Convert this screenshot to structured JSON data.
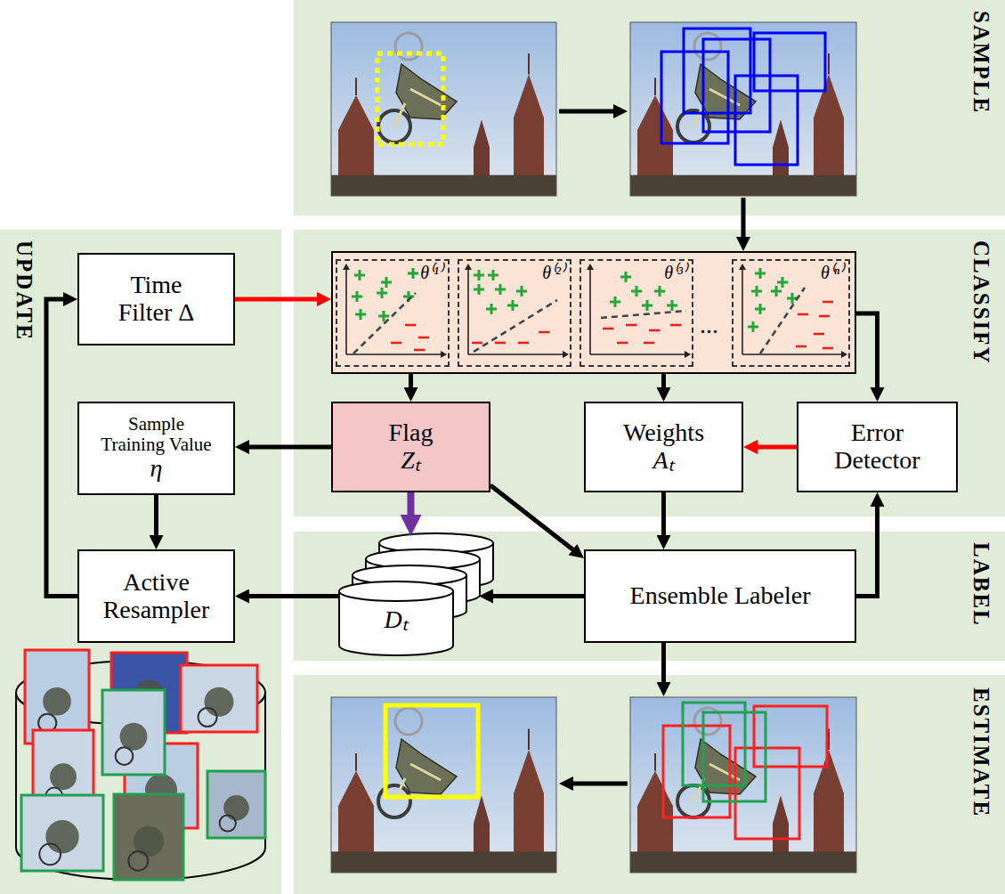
{
  "diagram": {
    "nodes": [
      {
        "text": [
          "SAMPLE"
        ]
      },
      {
        "text": [
          "UPDATE"
        ]
      },
      {
        "text": [
          "Time Filter Δ"
        ],
        "in": 1
      },
      {
        "text": [
          "Sample Training Value",
          "η"
        ],
        "in": 1
      },
      {
        "text": [
          "Active Resampler"
        ],
        "in": 1
      },
      {
        "text": [
          "CLASSIFY"
        ]
      },
      {
        "text": [
          "..."
        ],
        "in": 5
      },
      {
        "text": [
          "θ⁽¹⁾"
        ],
        "in": 6
      },
      {
        "text": [
          "θ⁽²⁾"
        ],
        "in": 6
      },
      {
        "text": [
          "θ⁽³⁾"
        ],
        "in": 6
      },
      {
        "text": [
          "θ⁽ⁿ⁾"
        ],
        "in": 6
      },
      {
        "text": [
          "Flag",
          "Zₜ"
        ],
        "in": 5
      },
      {
        "text": [
          "Weights",
          "Aₜ"
        ],
        "in": 5
      },
      {
        "text": [
          "Error Detector"
        ],
        "in": 5
      },
      {
        "text": [
          "LABEL"
        ]
      },
      {
        "text": [
          "Dₜ"
        ],
        "in": 14
      },
      {
        "text": [
          "Ensemble Labeler"
        ],
        "in": 14
      },
      {
        "text": [
          "ESTIMATE"
        ]
      }
    ],
    "edges": [
      {
        "from": 0,
        "to": 6,
        "arrow": "to"
      },
      {
        "from": 2,
        "to": 6,
        "arrow": "to"
      },
      {
        "from": 6,
        "to": 11,
        "arrow": "to"
      },
      {
        "from": 6,
        "to": 12,
        "arrow": "to"
      },
      {
        "from": 6,
        "to": 13,
        "arrow": "to"
      },
      {
        "from": 13,
        "to": 12,
        "arrow": "to"
      },
      {
        "from": 11,
        "to": 3,
        "arrow": "to"
      },
      {
        "from": 11,
        "to": 15,
        "arrow": "to"
      },
      {
        "from": 11,
        "to": 16,
        "arrow": "to"
      },
      {
        "from": 12,
        "to": 16,
        "arrow": "to"
      },
      {
        "from": 16,
        "to": 13,
        "arrow": "to"
      },
      {
        "from": 16,
        "to": 15,
        "arrow": "to"
      },
      {
        "from": 15,
        "to": 4,
        "arrow": "to"
      },
      {
        "from": 3,
        "to": 4,
        "arrow": "to"
      },
      {
        "from": 4,
        "to": 2,
        "arrow": "to"
      },
      {
        "from": 16,
        "to": 17,
        "arrow": "to"
      }
    ]
  }
}
